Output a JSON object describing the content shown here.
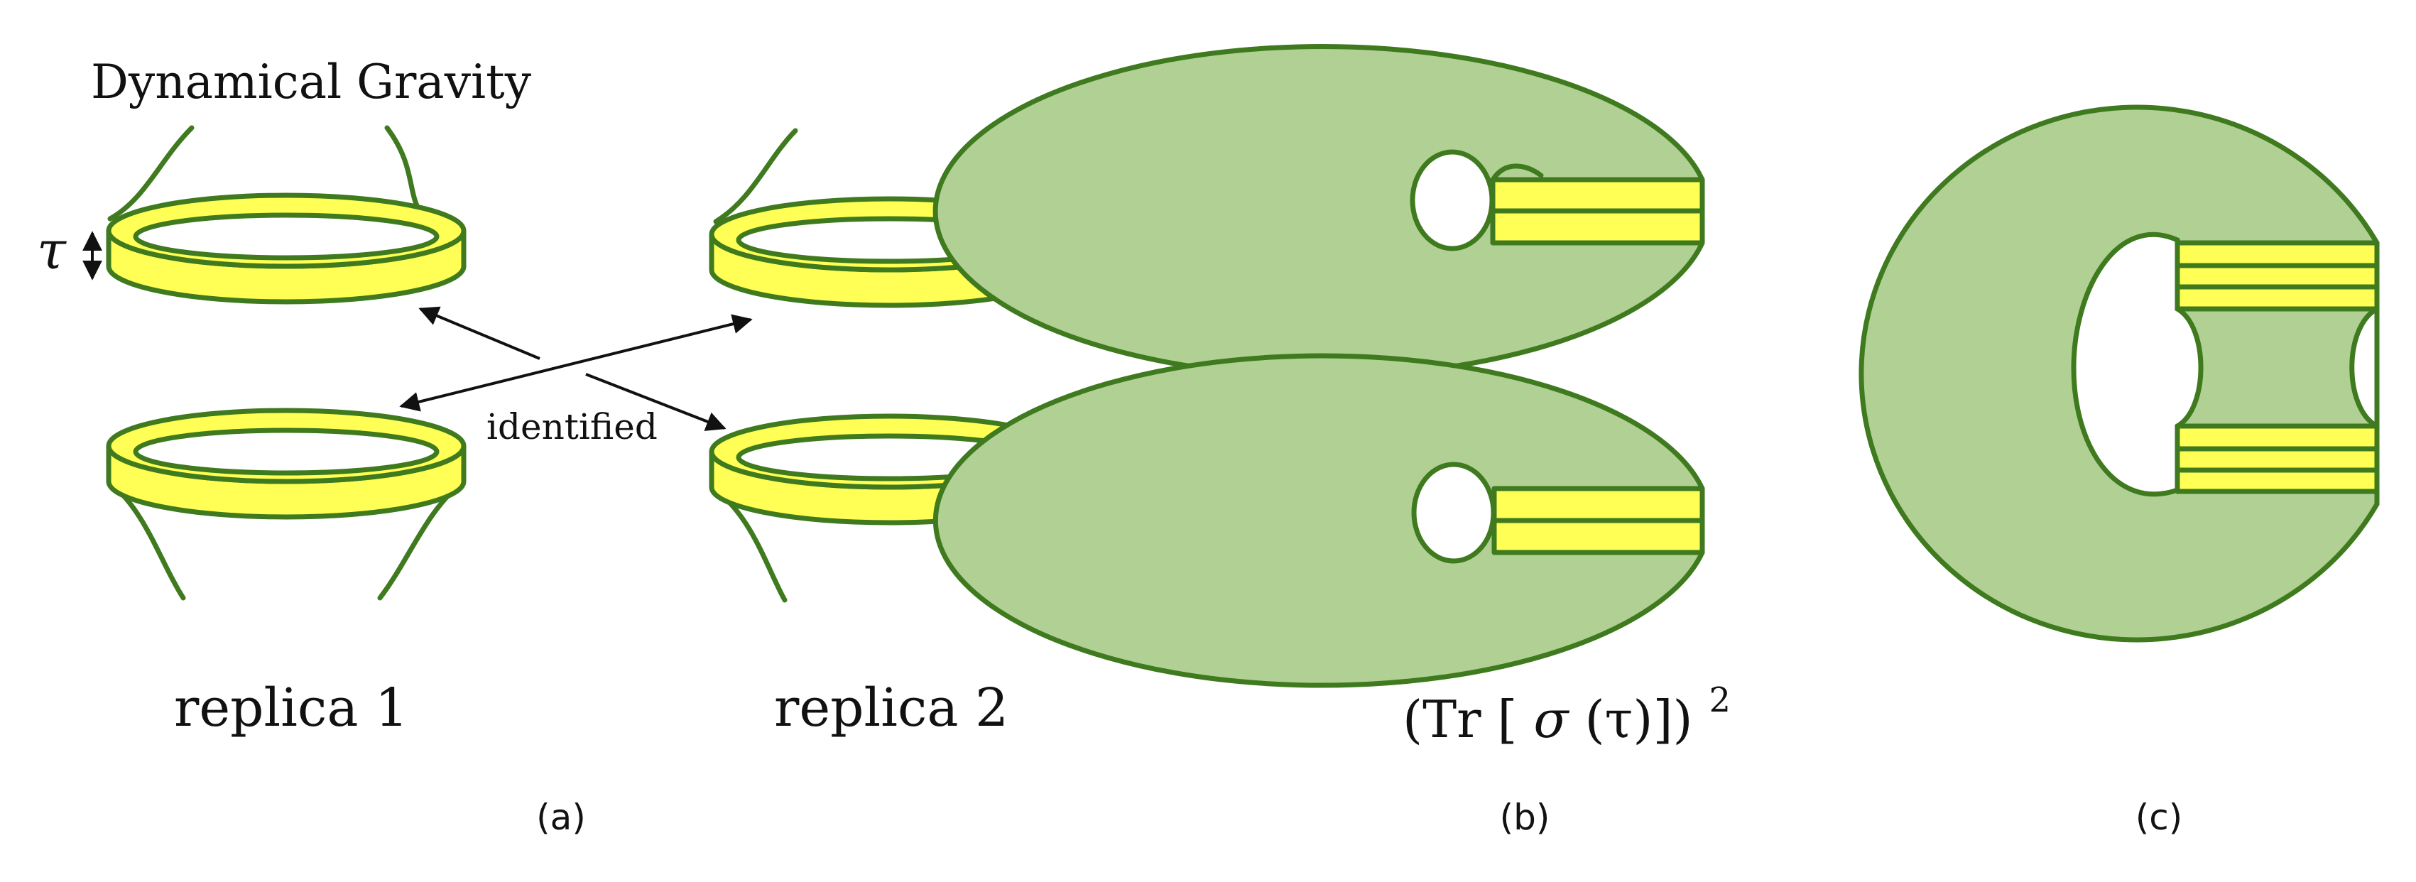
{
  "colors": {
    "surface_fill": "#b0d094",
    "surface_stroke": "#3f7a1f",
    "band_fill": "#ffff55",
    "ink": "#111111"
  },
  "panel_a": {
    "title": "Dynamical Gravity",
    "tau_symbol": "τ",
    "identified_label": "identified",
    "replica_1_label": "replica 1",
    "replica_2_label": "replica 2",
    "caption": "(a)"
  },
  "panel_b": {
    "formula_prefix": "(Tr [",
    "formula_sigma": "σ",
    "formula_arg": "(τ)])",
    "formula_exp": "2",
    "caption": "(b)"
  },
  "panel_c": {
    "caption": "(c)"
  }
}
